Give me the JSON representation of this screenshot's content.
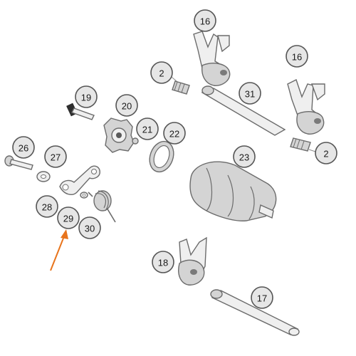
{
  "diagram": {
    "callouts": [
      {
        "id": "c16a",
        "label": "16"
      },
      {
        "id": "c16b",
        "label": "16"
      },
      {
        "id": "c2a",
        "label": "2"
      },
      {
        "id": "c2b",
        "label": "2"
      },
      {
        "id": "c31",
        "label": "31"
      },
      {
        "id": "c19",
        "label": "19"
      },
      {
        "id": "c20",
        "label": "20"
      },
      {
        "id": "c21",
        "label": "21"
      },
      {
        "id": "c22",
        "label": "22"
      },
      {
        "id": "c23",
        "label": "23"
      },
      {
        "id": "c26",
        "label": "26"
      },
      {
        "id": "c27",
        "label": "27"
      },
      {
        "id": "c28",
        "label": "28"
      },
      {
        "id": "c29",
        "label": "29"
      },
      {
        "id": "c30",
        "label": "30"
      },
      {
        "id": "c18",
        "label": "18"
      },
      {
        "id": "c17",
        "label": "17"
      }
    ],
    "highlighted": "29",
    "colors": {
      "highlight": "#e8741c",
      "arrow": "#e8741c",
      "callout_fill": "#e6e6e6",
      "callout_stroke": "#555555",
      "part_stroke": "#6b6b6b"
    }
  }
}
